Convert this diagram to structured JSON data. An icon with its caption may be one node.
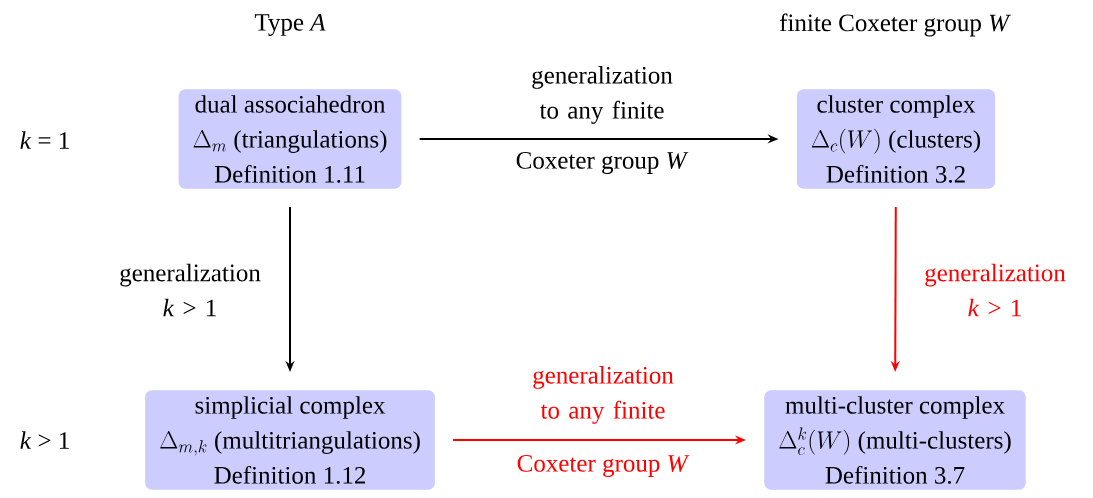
{
  "diagram": {
    "nodes": [
      {
        "text": [
          "dual associahedron",
          "\\Delta_m\\ \\textrm{(triangulations)}",
          "Definition 1.11"
        ]
      },
      {
        "text": [
          "cluster complex",
          "\\Delta_c(W)\\ \\textrm{(clusters)}",
          "Definition 3.2"
        ]
      },
      {
        "text": [
          "simplicial complex",
          "\\Delta_{m,k}\\ \\textrm{(multitriangulations)}",
          "Definition 1.12"
        ]
      },
      {
        "text": [
          "multi-cluster complex",
          "\\Delta_c^k(W)\\ \\textrm{(multi-clusters)}",
          "Definition 3.7"
        ]
      }
    ],
    "edges": [
      {
        "from": 0,
        "to": 1,
        "arrow": "to",
        "label": "generalization to any finite"
      },
      {
        "from": 0,
        "to": 2,
        "arrow": "to",
        "label": "generalization *k* > 1"
      },
      {
        "from": 1,
        "to": 3,
        "arrow": "to",
        "label": "generalization *k* > 1",
        "color": "#ff0000"
      },
      {
        "from": 2,
        "to": 3,
        "arrow": "to",
        "label": "generalization to any finite",
        "color": "#ff0000"
      }
    ],
    "labels": [
      "Type *A*",
      "finite Coxeter group *W*",
      "*k* = 1",
      "Coxeter group *W*",
      "*k* > 1",
      "Coxeter group *W*"
    ]
  }
}
